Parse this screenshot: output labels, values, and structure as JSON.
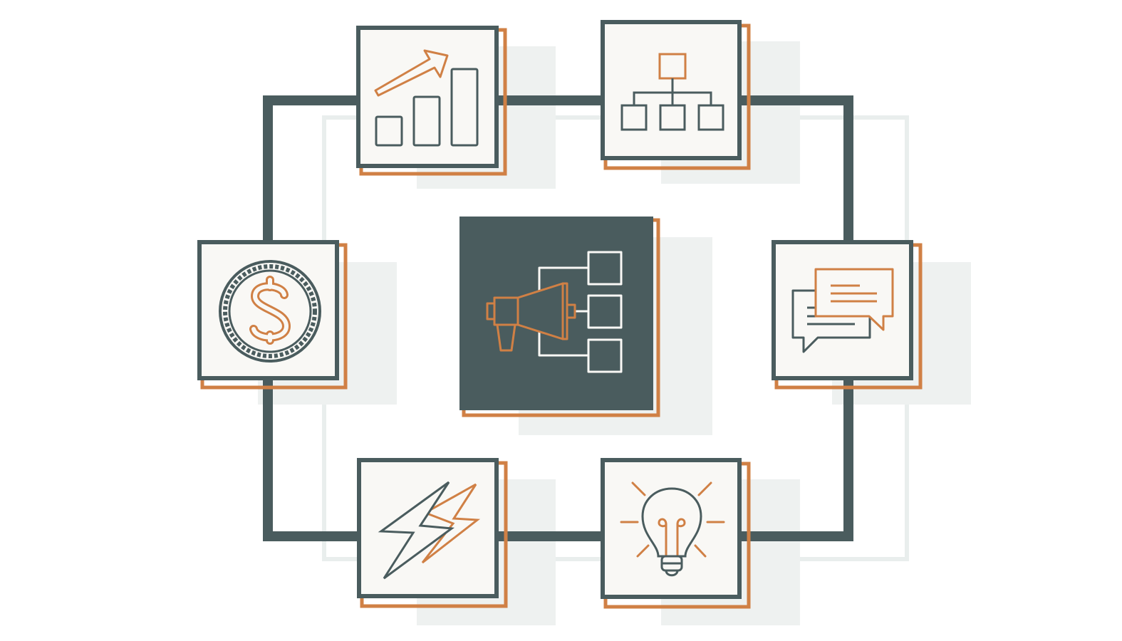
{
  "diagram": {
    "center": {
      "icon": "megaphone-hierarchy-icon"
    },
    "nodes": [
      {
        "position": "top-left",
        "icon": "growth-bar-chart-icon"
      },
      {
        "position": "top-right",
        "icon": "org-chart-icon"
      },
      {
        "position": "middle-right",
        "icon": "chat-bubbles-icon"
      },
      {
        "position": "bottom-right",
        "icon": "lightbulb-icon"
      },
      {
        "position": "bottom-left",
        "icon": "lightning-bolt-icon"
      },
      {
        "position": "middle-left",
        "icon": "dollar-coin-icon"
      }
    ]
  },
  "colors": {
    "dark": "#4a5c5e",
    "accent": "#d08045",
    "tile": "#f9f8f5",
    "ghost": "#eef1f0",
    "white": "#ffffff"
  }
}
